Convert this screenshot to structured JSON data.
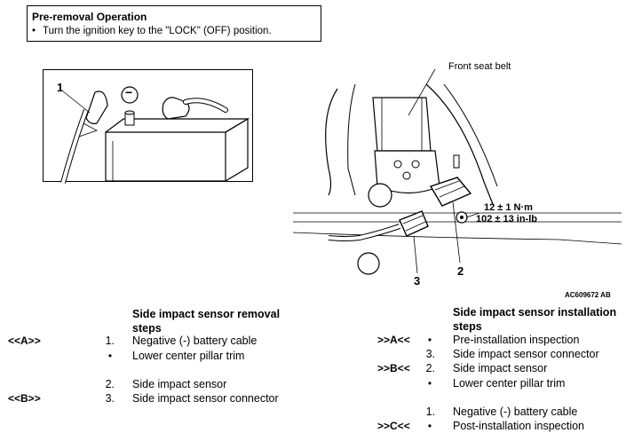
{
  "pre_removal": {
    "title": "Pre-removal Operation",
    "step": "Turn the ignition key to the \"LOCK\" (OFF) position."
  },
  "figure": {
    "battery_callout": "1",
    "negative_symbol": "−",
    "front_seat_belt": "Front seat belt",
    "torque_metric": "12 ± 1 N·m",
    "torque_imperial": "102 ± 13 in-lb",
    "callout_2": "2",
    "callout_3": "3",
    "figure_code": "AC609672 AB"
  },
  "removal": {
    "header_line1": "Side impact sensor removal",
    "header_line2": "steps",
    "rows": [
      {
        "mark": "<<A>>",
        "num": "1.",
        "bullet": "",
        "text": "Negative (-) battery cable"
      },
      {
        "mark": "",
        "num": "",
        "bullet": "•",
        "text": "Lower center pillar trim"
      },
      {
        "mark": "",
        "num": "2.",
        "bullet": "",
        "text": "Side impact sensor"
      },
      {
        "mark": "<<B>>",
        "num": "3.",
        "bullet": "",
        "text": "Side impact sensor connector"
      }
    ]
  },
  "installation": {
    "header_line1": "Side impact sensor installation",
    "header_line2": "steps",
    "rows": [
      {
        "mark": ">>A<<",
        "num": "",
        "bullet": "•",
        "text": "Pre-installation inspection"
      },
      {
        "mark": "",
        "num": "3.",
        "bullet": "",
        "text": "Side impact sensor connector"
      },
      {
        "mark": ">>B<<",
        "num": "2.",
        "bullet": "",
        "text": "Side impact sensor"
      },
      {
        "mark": "",
        "num": "",
        "bullet": "•",
        "text": "Lower center pillar trim"
      },
      {
        "mark": "",
        "num": "1.",
        "bullet": "",
        "text": "Negative (-) battery cable"
      },
      {
        "mark": ">>C<<",
        "num": "",
        "bullet": "•",
        "text": "Post-installation inspection"
      }
    ]
  }
}
